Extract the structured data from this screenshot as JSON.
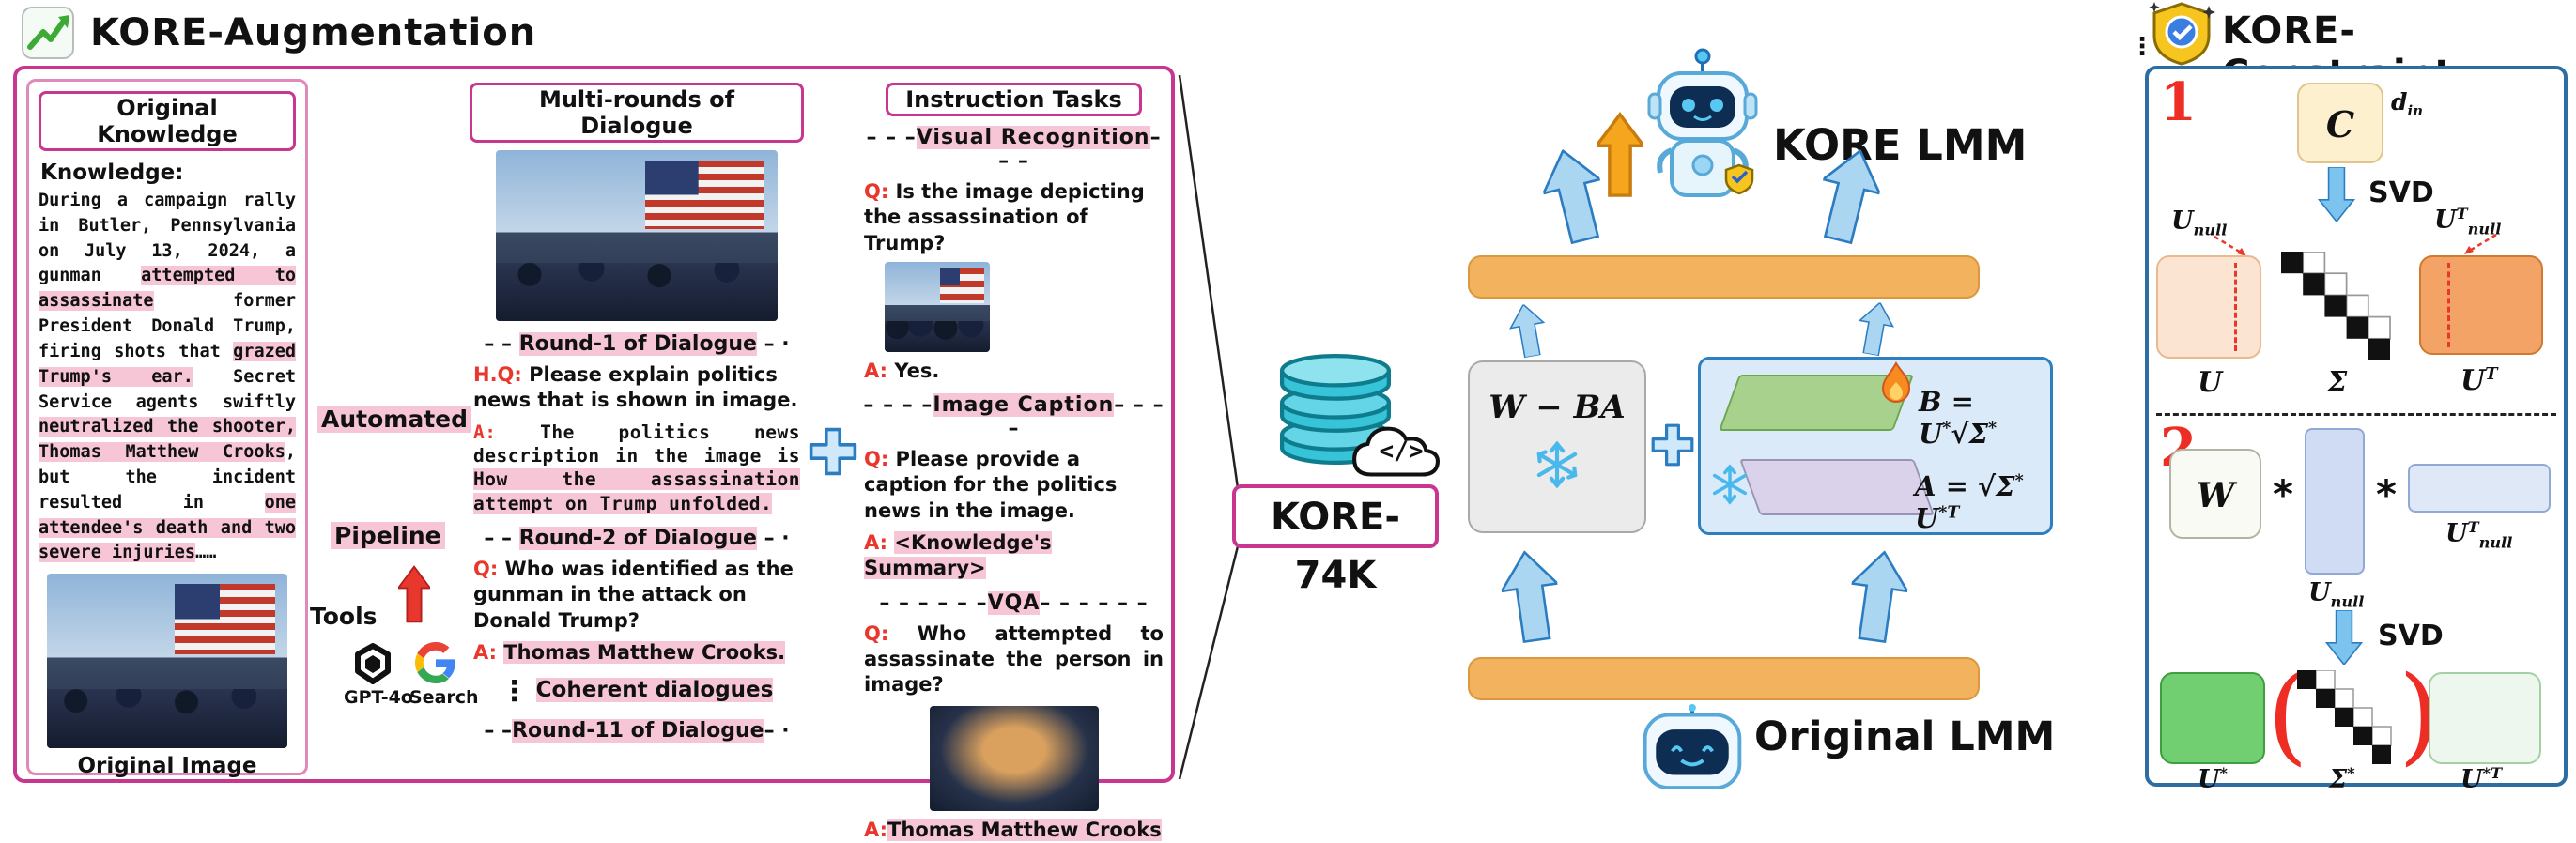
{
  "augmentation": {
    "title": "KORE-Augmentation",
    "knowledge": {
      "header": "Original Knowledge",
      "label": "Knowledge:",
      "segments": [
        {
          "t": "During a campaign rally in Butler, Pennsylvania on July 13, 2024, a gunman ",
          "hl": false
        },
        {
          "t": "attempted to assassinate",
          "hl": true
        },
        {
          "t": " former President Donald Trump, firing shots that ",
          "hl": false
        },
        {
          "t": "grazed Trump's ear.",
          "hl": true
        },
        {
          "t": " Secret Service agents swiftly ",
          "hl": false
        },
        {
          "t": "neutralized the shooter, Thomas Matthew Crooks",
          "hl": true
        },
        {
          "t": ", but the incident resulted in ",
          "hl": false
        },
        {
          "t": "one attendee's death and two severe injuries",
          "hl": true
        },
        {
          "t": "……",
          "hl": false
        }
      ],
      "caption": "Original Image"
    },
    "tools": {
      "automated": "Automated",
      "pipeline": "Pipeline",
      "tools_label": "Tools",
      "gpt_label": "GPT-4o",
      "search_label": "Search"
    },
    "dialogue": {
      "header": "Multi-rounds of Dialogue",
      "round1_title": [
        {
          "t": "– – ",
          "hl": false
        },
        {
          "t": "Round-1 of Dialogue",
          "hl": true
        },
        {
          "t": " – ·",
          "hl": false
        }
      ],
      "q1_label": "H.Q:",
      "q1": [
        {
          "t": " Please explain politics news that is shown in image.",
          "hl": false
        }
      ],
      "a1_label": "A:",
      "a1": [
        {
          "t": " The politics news description in the image is ",
          "hl": false
        },
        {
          "t": "How the assassination attempt on Trump unfolded.",
          "hl": true
        }
      ],
      "round2_title": [
        {
          "t": "– – ",
          "hl": false
        },
        {
          "t": "Round-2 of Dialogue",
          "hl": true
        },
        {
          "t": " – ·",
          "hl": false
        }
      ],
      "q2_label": "Q:",
      "q2": [
        {
          "t": " Who was identified as the gunman in the attack on Donald Trump?",
          "hl": false
        }
      ],
      "a2_label": "A:",
      "a2": [
        {
          "t": " ",
          "hl": false
        },
        {
          "t": "Thomas Matthew Crooks.",
          "hl": true
        }
      ],
      "dots": "⋮",
      "coherent": [
        {
          "t": "Coherent dialogues",
          "hl": true
        }
      ],
      "round11_title": [
        {
          "t": "– –",
          "hl": false
        },
        {
          "t": "Round-11 of Dialogue",
          "hl": true
        },
        {
          "t": "– ·",
          "hl": false
        }
      ]
    },
    "tasks": {
      "header": "Instruction Tasks",
      "q_label": "Q:",
      "a_label": "A:",
      "vr_title": [
        {
          "t": "– – –",
          "hl": false
        },
        {
          "t": "Visual Recognition",
          "hl": true
        },
        {
          "t": "– – –",
          "hl": false
        }
      ],
      "vr_q": [
        {
          "t": " Is the image depicting the assassination of Trump?",
          "hl": false
        }
      ],
      "vr_a": [
        {
          "t": " Yes.",
          "hl": false
        }
      ],
      "ic_title": [
        {
          "t": "– – – –",
          "hl": false
        },
        {
          "t": "Image Caption",
          "hl": true
        },
        {
          "t": "– – – –",
          "hl": false
        }
      ],
      "ic_q": [
        {
          "t": " Please provide a caption for the politics news in the image.",
          "hl": false
        }
      ],
      "ic_a": [
        {
          "t": " ",
          "hl": false
        },
        {
          "t": "<Knowledge's Summary>",
          "hl": true
        }
      ],
      "vqa_title": [
        {
          "t": "– – – – – –",
          "hl": false
        },
        {
          "t": "VQA",
          "hl": true
        },
        {
          "t": "– – – – – –",
          "hl": false
        }
      ],
      "vqa_q": [
        {
          "t": " Who attempted to assassinate the person in image?",
          "hl": false
        }
      ],
      "vqa_a": [
        {
          "t": "Thomas Matthew Crooks",
          "hl": true
        }
      ]
    }
  },
  "middle": {
    "dataset_label": "KORE-74K",
    "code_glyph": "</>",
    "kore_lmm_label": "KORE LMM",
    "original_lmm_label": "Original LMM",
    "w_ba": "W − BA",
    "b_main": "B = U",
    "b_sup1": "*",
    "b_sqrt": "√Σ",
    "b_sup2": "*",
    "a_main": "A = √Σ",
    "a_sup1": "*",
    "a_u": " U",
    "a_sup2": "*T"
  },
  "constraint": {
    "title": "KORE-Constraint",
    "step1": "1",
    "step2": "2",
    "svd": "SVD",
    "c": "C",
    "d": "d",
    "in_sub": "in",
    "u": "U",
    "t_sup": "T",
    "null_sub": "null",
    "sigma": "Σ",
    "w": "W",
    "times": "*",
    "star": "*",
    "star_t": "*T"
  },
  "icons": {
    "growth-arrow-icon": "green zigzag up arrow",
    "plus-icon": "+",
    "snowflake-icon": "frozen",
    "fire-icon": "trainable",
    "database-icon": "dataset cylinders",
    "cloud-code-icon": "</>",
    "shield-check-icon": "shield with check",
    "robot-icon": "LMM robot",
    "up-arrow-icon": "blue block arrow",
    "svd-arrow-icon": "blue down arrow",
    "red-arrow-icon": "red up arrow",
    "gpt4o-icon": "openai hexagon",
    "google-search-icon": "google G"
  }
}
